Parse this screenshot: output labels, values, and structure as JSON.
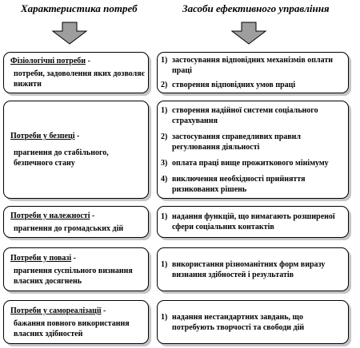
{
  "headers": {
    "left": "Характеристика потреб",
    "right": "Засоби ефективного управління"
  },
  "rows": [
    {
      "title": "Фізіологічні потреби",
      "description": "потреби, задоволення яких дозволяє вижити",
      "means": [
        {
          "num": "1)",
          "text": "застосування відповідних механізмів оплати праці"
        },
        {
          "num": "2)",
          "text": "створення відповідних умов праці"
        }
      ]
    },
    {
      "title": "Потреби у безпеці",
      "description": "прагнення до стабільного, безпечного стану",
      "means": [
        {
          "num": "1)",
          "text": "створення надійної системи соціального страхування"
        },
        {
          "num": "2)",
          "text": "застосування справедливих правил регулювання діяльності"
        },
        {
          "num": "3)",
          "text": "оплата праці вище прожиткового мінімуму"
        },
        {
          "num": "4)",
          "text": "виключення необхідності прийняття ризикованих рішень"
        }
      ]
    },
    {
      "title": "Потреби у належності",
      "description": "прагнення до громадських дій",
      "means": [
        {
          "num": "1)",
          "text": "надання функцій, що вимагають розширеної сфери соціальних контактів"
        }
      ]
    },
    {
      "title": "Потреби у повазі",
      "description": "прагнення суспільного визнання власних досягнень",
      "means": [
        {
          "num": "1)",
          "text": "використання різноманітних форм виразу визнання здібностей і результатів"
        }
      ]
    },
    {
      "title": "Потреби у самореалізації",
      "description": "бажання повного використання власних здібностей",
      "means": [
        {
          "num": "1)",
          "text": "надання нестандартних завдань, що потребують творчості та свободи дій"
        }
      ]
    }
  ]
}
